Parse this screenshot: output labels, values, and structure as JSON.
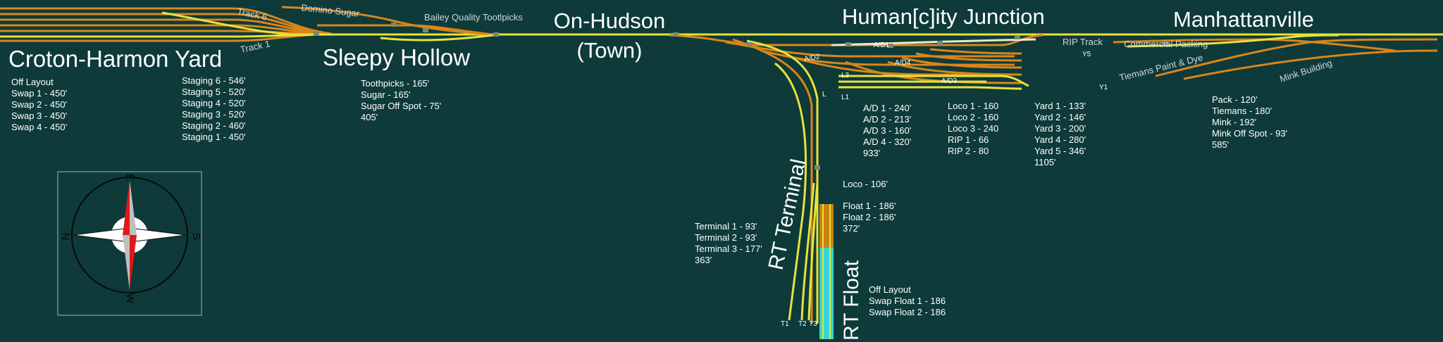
{
  "areas": {
    "croton": "Croton-Harmon Yard",
    "sleepy": "Sleepy Hollow",
    "on_hudson_1": "On-Hudson",
    "on_hudson_2": "(Town)",
    "humancity": "Human[c]ity Junction",
    "manhattanville": "Manhattanville",
    "rt_terminal": "RT Terminal",
    "rt_float": "RT Float"
  },
  "track_labels": {
    "track6": "Track 6",
    "track1": "Track 1",
    "domino": "Domino Sugar",
    "bailey": "Bailey Quality Tootlpicks",
    "rip": "RIP Track",
    "commercial": "Commercial Packing",
    "tiemans": "Tiemans Paint & Dye",
    "mink": "Mink Building",
    "ad1": "A/D1",
    "ad2": "A/D2",
    "ad3": "A/D3",
    "ad4": "A/D4",
    "y5": "Y5",
    "y1": "Y1",
    "l3": "L3",
    "l1": "L1",
    "l": "L",
    "t1": "T1",
    "t2": "T2",
    "t3": "T3"
  },
  "lists": {
    "croton_swaps": [
      "Off Layout",
      "Swap 1 - 450'",
      "Swap 2 - 450'",
      "Swap 3 - 450'",
      "Swap 4 - 450'"
    ],
    "croton_staging": [
      "Staging 6 - 546'",
      "Staging 5 - 520'",
      "Staging 4 - 520'",
      "Staging 3 - 520'",
      "Staging 2 - 460'",
      "Staging 1 - 450'"
    ],
    "sleepy": [
      "Toothpicks - 165'",
      "Sugar - 165'",
      "Sugar Off Spot - 75'",
      "405'"
    ],
    "ad": [
      "A/D 1 - 240'",
      "A/D 2 - 213'",
      "A/D 3 - 160'",
      "A/D 4 - 320'",
      "933'"
    ],
    "loco": [
      "Loco 1 - 160",
      "Loco 2 - 160",
      "Loco 3 - 240",
      "RIP 1 - 66",
      "RIP 2 - 80"
    ],
    "yard": [
      "Yard 1 - 133'",
      "Yard 2 - 146'",
      "Yard 3 - 200'",
      "Yard 4 - 280'",
      "Yard 5 - 346'",
      "1105'"
    ],
    "manhattanville": [
      "Pack - 120'",
      "Tiemans - 180'",
      "Mink - 192'",
      "Mink Off Spot - 93'",
      "585'"
    ],
    "rt_loco": [
      "Loco - 106'"
    ],
    "rt_float": [
      "Float 1 - 186'",
      "Float 2 - 186'",
      "372'"
    ],
    "rt_terminal": [
      "Terminal 1 - 93'",
      "Terminal 2 - 93'",
      "Terminal 3 - 177'",
      "363'"
    ],
    "rt_swap": [
      "Off Layout",
      "Swap Float 1 - 186",
      "Swap Float 2 - 186"
    ]
  },
  "compass": {
    "north": "N",
    "south": "S",
    "east": "E",
    "west": "W"
  },
  "colors": {
    "background": "#0e3a3a",
    "track_orange": "#d9861a",
    "track_yellow": "#e8e23a",
    "float_cyan": "#35d6d6",
    "compass_red": "#e01818"
  }
}
